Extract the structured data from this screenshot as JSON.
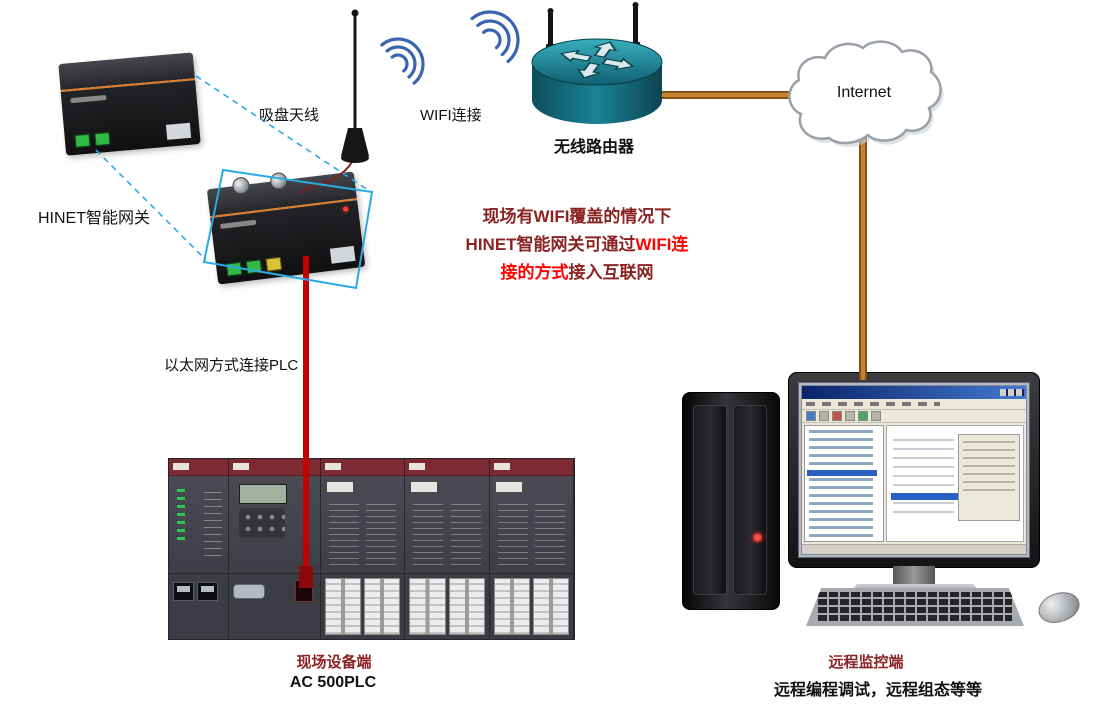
{
  "labels": {
    "hinet_gateway": "HINET智能网关",
    "suction_antenna": "吸盘天线",
    "wifi_connection": "WIFI连接",
    "wireless_router": "无线路由器",
    "internet": "Internet",
    "ethernet_to_plc": "以太网方式连接PLC"
  },
  "note": {
    "line1": "现场有WIFI覆盖的情况下",
    "line2_dark": "HINET智能网关可通过",
    "line2_red": "WIFI连",
    "line3_red": "接的方式",
    "line3_dark": "接入互联网"
  },
  "field_side": {
    "title": "现场设备端",
    "subtitle": "AC 500PLC"
  },
  "remote_side": {
    "title": "远程监控端",
    "subtitle": "远程编程调试，远程组态等等"
  },
  "colors": {
    "dark_red": "#8B2323",
    "bright_red": "#FF0000",
    "cable_red": "#C40000",
    "cable_orange": "#C8822E",
    "selection_cyan": "#29ABE2",
    "wifi_blue": "#3A66B0",
    "router_teal": "#1A8296",
    "gateway_orange": "#E07820"
  }
}
